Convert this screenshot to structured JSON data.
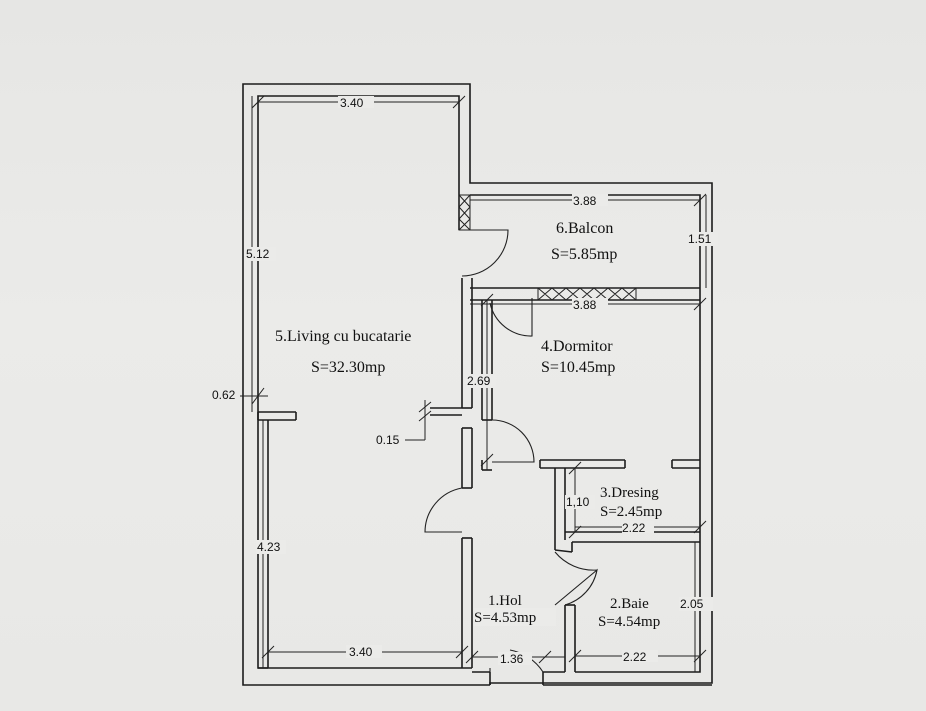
{
  "rooms": {
    "hol": {
      "name": "1.Hol",
      "area": "S=4.53mp"
    },
    "baie": {
      "name": "2.Baie",
      "area": "S=4.54mp"
    },
    "dresing": {
      "name": "3.Dresing",
      "area": "S=2.45mp"
    },
    "dormitor": {
      "name": "4.Dormitor",
      "area": "S=10.45mp"
    },
    "living": {
      "name": "5.Living cu bucatarie",
      "area": "S=32.30mp"
    },
    "balcon": {
      "name": "6.Balcon",
      "area": "S=5.85mp"
    }
  },
  "dimensions": {
    "living_top_width": "3.40",
    "living_bottom_width": "3.40",
    "living_upper_height": "5.12",
    "living_lower_height": "4.23",
    "wall_opening": "0.62",
    "partition_offset": "0.15",
    "balcon_width": "3.88",
    "balcon_depth": "1.51",
    "dormitor_width": "3.88",
    "hall_wall_length": "2.69",
    "dresing_height": "1,10",
    "dresing_width": "2.22",
    "baie_width": "2.22",
    "baie_height": "2.05",
    "entrance_width": "1.36"
  }
}
